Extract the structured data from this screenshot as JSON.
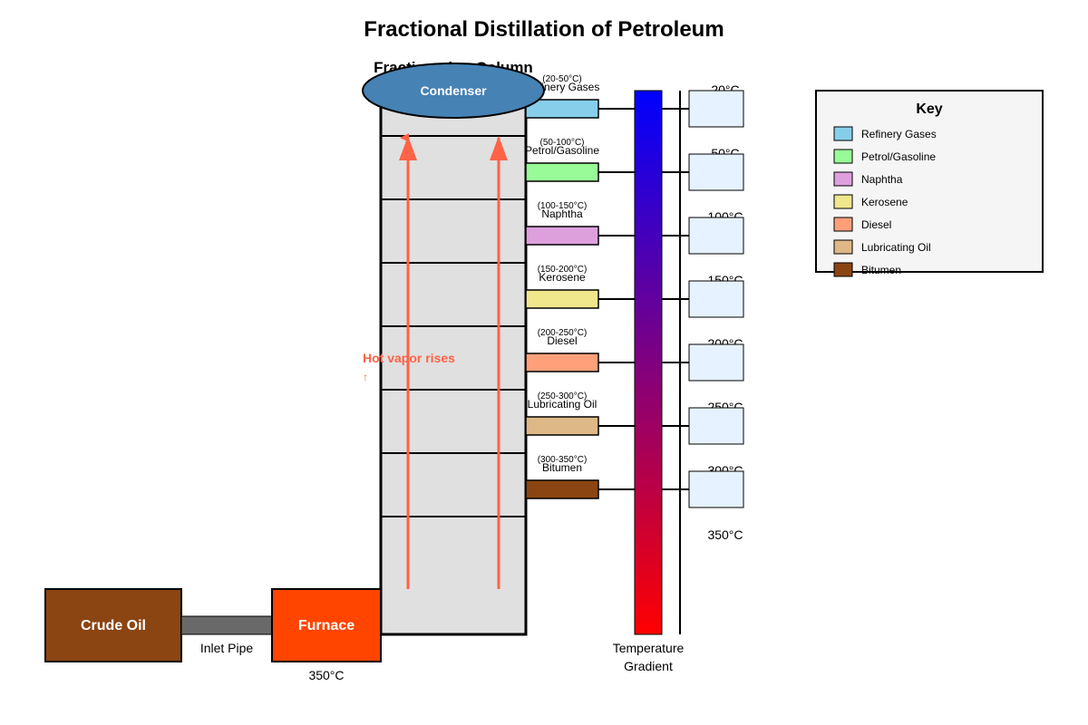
{
  "title": "Fractional Distillation of Petroleum",
  "column": {
    "label": "Fractionating Column",
    "condenser": "Condenser",
    "vapor_label": "Hot vapor rises",
    "vapor_arrow": "↑"
  },
  "crude_oil": {
    "label": "Crude Oil",
    "color": "#8B4513"
  },
  "inlet_pipe": {
    "label": "Inlet Pipe"
  },
  "furnace": {
    "label": "Furnace",
    "temp": "350°C",
    "color": "#FF4500"
  },
  "fractions": [
    {
      "name": "Refinery Gases",
      "range": "(20-50°C)",
      "color": "#87CEEB"
    },
    {
      "name": "Petrol/Gasoline",
      "range": "(50-100°C)",
      "color": "#98FB98"
    },
    {
      "name": "Naphtha",
      "range": "(100-150°C)",
      "color": "#DDA0DD"
    },
    {
      "name": "Kerosene",
      "range": "(150-200°C)",
      "color": "#F0E68C"
    },
    {
      "name": "Diesel",
      "range": "(200-250°C)",
      "color": "#FFA07A"
    },
    {
      "name": "Lubricating Oil",
      "range": "(250-300°C)",
      "color": "#DEB887"
    },
    {
      "name": "Bitumen",
      "range": "(300-350°C)",
      "color": "#8B4513"
    }
  ],
  "temperature_scale": {
    "ticks": [
      "20°C",
      "50°C",
      "100°C",
      "150°C",
      "200°C",
      "250°C",
      "300°C",
      "350°C"
    ],
    "gradient_label_line1": "Temperature",
    "gradient_label_line2": "Gradient",
    "top_color": "#0000FF",
    "bottom_color": "#FF0000"
  },
  "key": {
    "title": "Key",
    "items": [
      "Refinery Gases",
      "Petrol/Gasoline",
      "Naphtha",
      "Kerosene",
      "Diesel",
      "Lubricating Oil",
      "Bitumen"
    ]
  }
}
